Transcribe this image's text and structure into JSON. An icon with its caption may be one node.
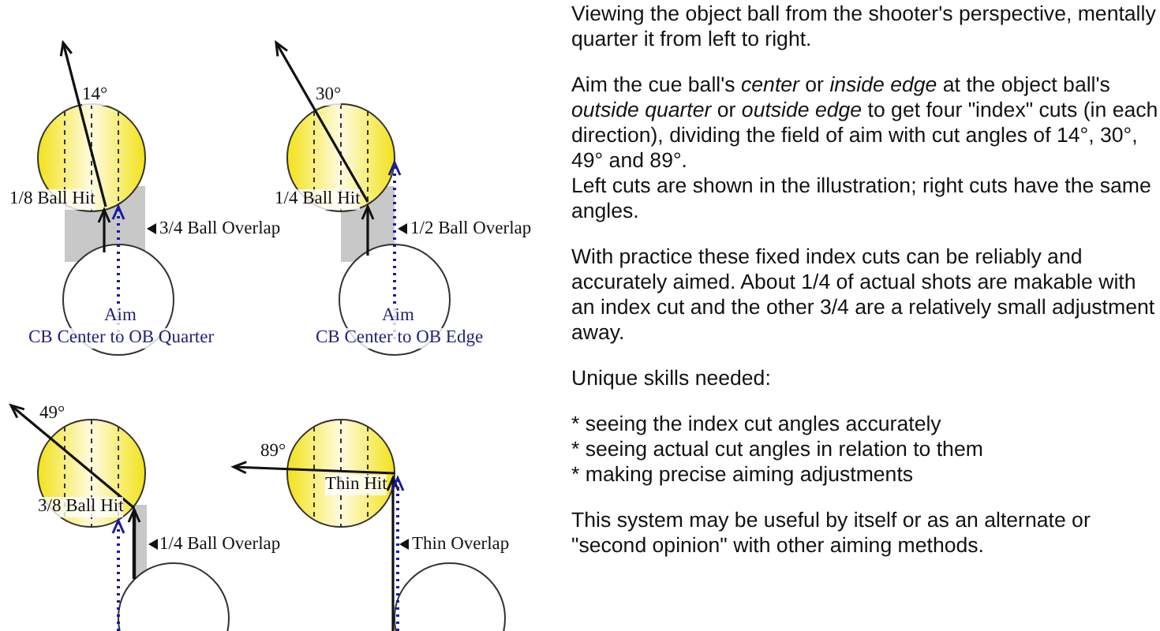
{
  "diagram": {
    "labels": [
      "14°",
      "30°",
      "1/8 Ball Hit",
      "1/4 Ball Hit",
      "3/4 Ball Overlap",
      "1/2 Ball Overlap",
      "Aim",
      "Aim",
      "CB Center to OB Quarter",
      "CB Center to OB Edge",
      "49°",
      "89°",
      "Thin Hit",
      "3/8 Ball Hit",
      "1/4 Ball Overlap",
      "Thin Overlap",
      "Viewing the object ball from the shooter's perspective, mentally quarter it from left to right.",
      "Aim the cue ball's *center* or *inside edge* at the object ball's *outside quarter* or *outside edge* to get four \"index\" cuts (in each direction), dividing the field of aim with cut angles of 14°, 30°, 49° and 89°.",
      "Left cuts are shown in the illustration; right cuts have the same angles.",
      "With practice these fixed index cuts can be reliably and accurately aimed.  About 1/4 of actual shots are makable with an index cut and the other 3/4 are a relatively small adjustment away.",
      "Unique skills needed:",
      "* seeing the index cut angles accurately",
      "* seeing actual cut angles in relation to them",
      "* making precise aiming adjustments",
      "This system may be useful by itself or as an alternate or \"second opinion\" with other aiming methods."
    ]
  }
}
